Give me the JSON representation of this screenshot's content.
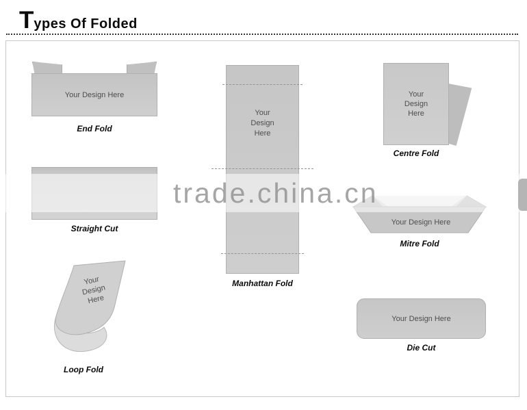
{
  "header": {
    "title_initial": "T",
    "title_rest": "ypes Of Folded"
  },
  "watermark": {
    "text": "trade.china.cn"
  },
  "items": {
    "end_fold": {
      "label": "End Fold",
      "placeholder": "Your Design Here"
    },
    "straight_cut": {
      "label": "Straight Cut"
    },
    "loop_fold": {
      "label": "Loop Fold",
      "placeholder_lines": [
        "Your",
        "Design",
        "Here"
      ]
    },
    "manhattan_fold": {
      "label": "Manhattan Fold",
      "placeholder": "Your Design Here"
    },
    "centre_fold": {
      "label": "Centre Fold",
      "placeholder": "Your Design Here"
    },
    "mitre_fold": {
      "label": "Mitre Fold",
      "placeholder": "Your Design Here"
    },
    "die_cut": {
      "label": "Die Cut",
      "placeholder": "Your Design Here"
    }
  },
  "colors": {
    "shape_fill": "#c9c9c9",
    "shape_border": "#b0b0b0",
    "flap_fill": "#c0c0c0",
    "label_color": "#0a0a0a",
    "design_text_color": "#4d4d4d",
    "watermark_color": "#8f8f8f"
  }
}
